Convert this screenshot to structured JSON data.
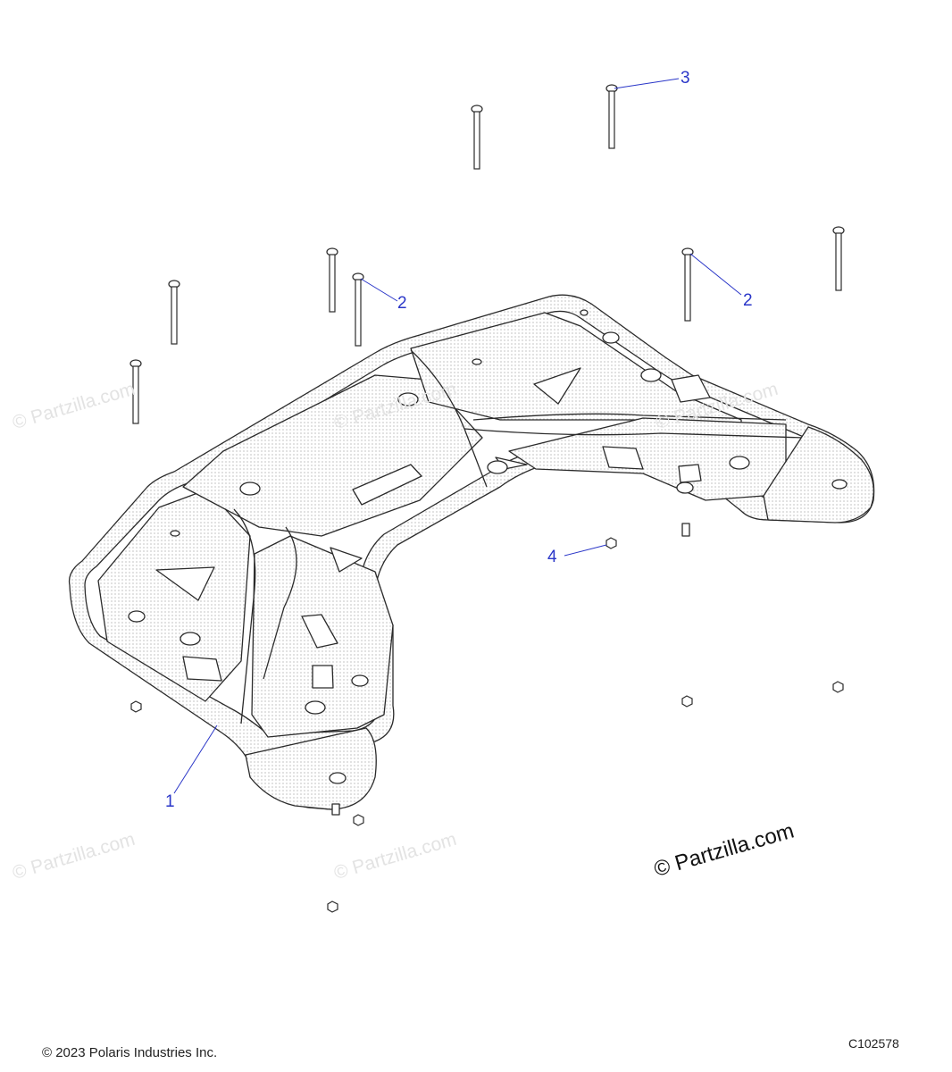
{
  "callouts": {
    "c1": "1",
    "c2a": "2",
    "c2b": "2",
    "c3": "3",
    "c4": "4"
  },
  "watermark": {
    "faint": "© Partzilla.com",
    "main": "© Partzilla.com"
  },
  "footer": {
    "copyright": "© 2023 Polaris Industries Inc.",
    "diagram_code": "C102578"
  },
  "colors": {
    "line": "#2b2b2b",
    "callout": "#2a36c8",
    "fill": "#ffffff",
    "shade": "#d9d9d9"
  }
}
